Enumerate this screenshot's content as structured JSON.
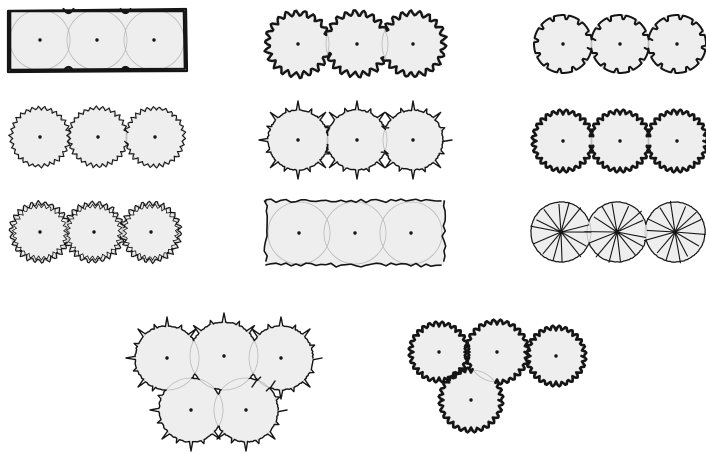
{
  "sheet": {
    "background": "#ffffff",
    "ink": "#151515",
    "canopy_fill": "#eeeeee",
    "overlap_line": "#b9b9b9"
  },
  "symbols": [
    {
      "id": "row1-left",
      "group": "row",
      "edge": "square-double",
      "count": 3
    },
    {
      "id": "row1-mid",
      "group": "row",
      "edge": "bumpy-thick",
      "count": 3
    },
    {
      "id": "row1-right",
      "group": "row",
      "edge": "notched",
      "count": 3
    },
    {
      "id": "row2-left",
      "group": "row",
      "edge": "wavy-thin",
      "count": 3
    },
    {
      "id": "row2-mid",
      "group": "row",
      "edge": "spiky",
      "count": 3
    },
    {
      "id": "row2-right",
      "group": "row",
      "edge": "scalloped-heavy",
      "count": 3
    },
    {
      "id": "row3-left",
      "group": "row",
      "edge": "wavy-double",
      "count": 3
    },
    {
      "id": "row3-mid",
      "group": "row",
      "edge": "square-ragged",
      "count": 3
    },
    {
      "id": "row3-right",
      "group": "row",
      "edge": "starburst",
      "count": 3
    },
    {
      "id": "cluster-left",
      "group": "cluster",
      "edge": "spiky",
      "count": 5
    },
    {
      "id": "cluster-right",
      "group": "cluster",
      "edge": "scalloped-heavy",
      "count": 4
    }
  ]
}
